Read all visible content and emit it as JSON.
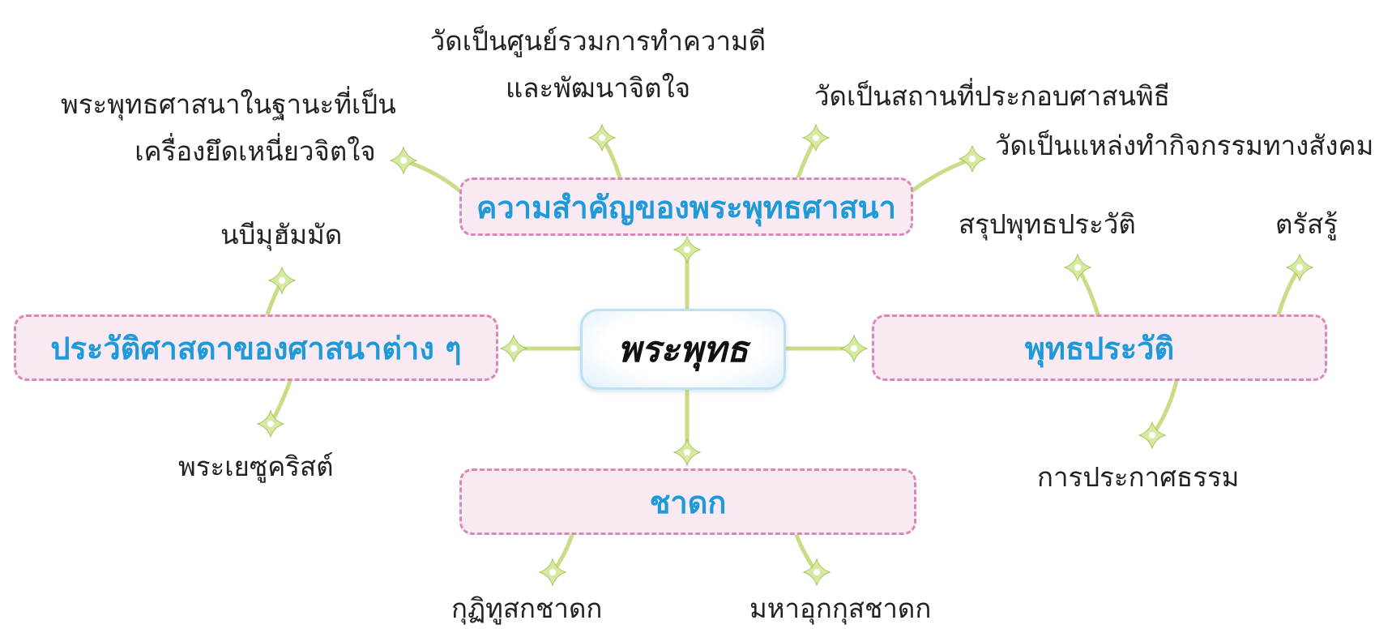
{
  "center": {
    "label": "พระพุทธ"
  },
  "branches": {
    "importance": {
      "label": "ความสำคัญของพระพุทธศาสนา",
      "leaves": {
        "refuge": [
          "พระพุทธศาสนาในฐานะที่เป็น",
          "เครื่องยึดเหนี่ยวจิตใจ"
        ],
        "center_of_good": [
          "วัดเป็นศูนย์รวมการทำความดี",
          "และพัฒนาจิตใจ"
        ],
        "ceremony": [
          "วัดเป็นสถานที่ประกอบศาสนพิธี"
        ],
        "social": [
          "วัดเป็นแหล่งทำกิจกรรมทางสังคม"
        ]
      }
    },
    "other_religions": {
      "label": "ประวัติศาสดาของศาสนาต่าง ๆ",
      "leaves": {
        "muhammad": "นบีมุฮัมมัด",
        "jesus": "พระเยซูคริสต์"
      }
    },
    "biography": {
      "label": "พุทธประวัติ",
      "leaves": {
        "summary": "สรุปพุทธประวัติ",
        "enlightenment": "ตรัสรู้",
        "proclamation": "การประกาศธรรม"
      }
    },
    "jataka": {
      "label": "ชาดก",
      "leaves": {
        "kutidusaka": "กุฏิทูสกชาดก",
        "mahaukkusa": "มหาอุกกุสชาดก"
      }
    }
  },
  "colors": {
    "box_fill": "#f8e9f2",
    "box_border": "#d88ab4",
    "box_text": "#1e9ad8",
    "connector": "#c9dc86",
    "sparkle": "#d6eaa4"
  }
}
